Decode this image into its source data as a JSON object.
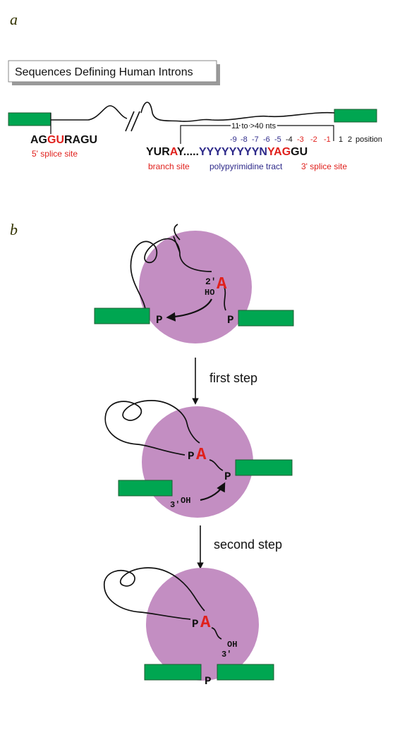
{
  "colors": {
    "exon": "#00a651",
    "exon_border": "#1d5c32",
    "red": "#e0201c",
    "blue": "#2e2a8a",
    "circle": "#c38ec2",
    "black": "#111111"
  },
  "panel_a": {
    "letter": "a",
    "title": "Sequences Defining Human Introns",
    "seq5_pre": "AG",
    "seq5_gu": "GU",
    "seq5_post": "RAGU",
    "label_5ss": "5' splice site",
    "span_label": "11 to >40 nts",
    "branch_pre": "YUR",
    "branch_a": "A",
    "branch_post": "Y.....",
    "ppt": "YYYYYYYY",
    "n": "N",
    "yag": "YAG",
    "gu3": "GU",
    "label_branch": "branch site",
    "label_ppt": "polypyrimidine tract",
    "label_3ss": "3' splice site",
    "pos_ppt": [
      "-9",
      "-8",
      "-7",
      "-6",
      "-5"
    ],
    "pos_n": "-4",
    "pos_ag": [
      "-3",
      "-2",
      "-1"
    ],
    "pos_exon": [
      "1",
      "2"
    ],
    "position_word": "position"
  },
  "panel_b": {
    "letter": "b",
    "p": "P",
    "a": "A",
    "two_prime": "2'",
    "ho": "HO",
    "three_prime": "3'",
    "oh": "OH",
    "step1": "first step",
    "step2": "second step"
  }
}
